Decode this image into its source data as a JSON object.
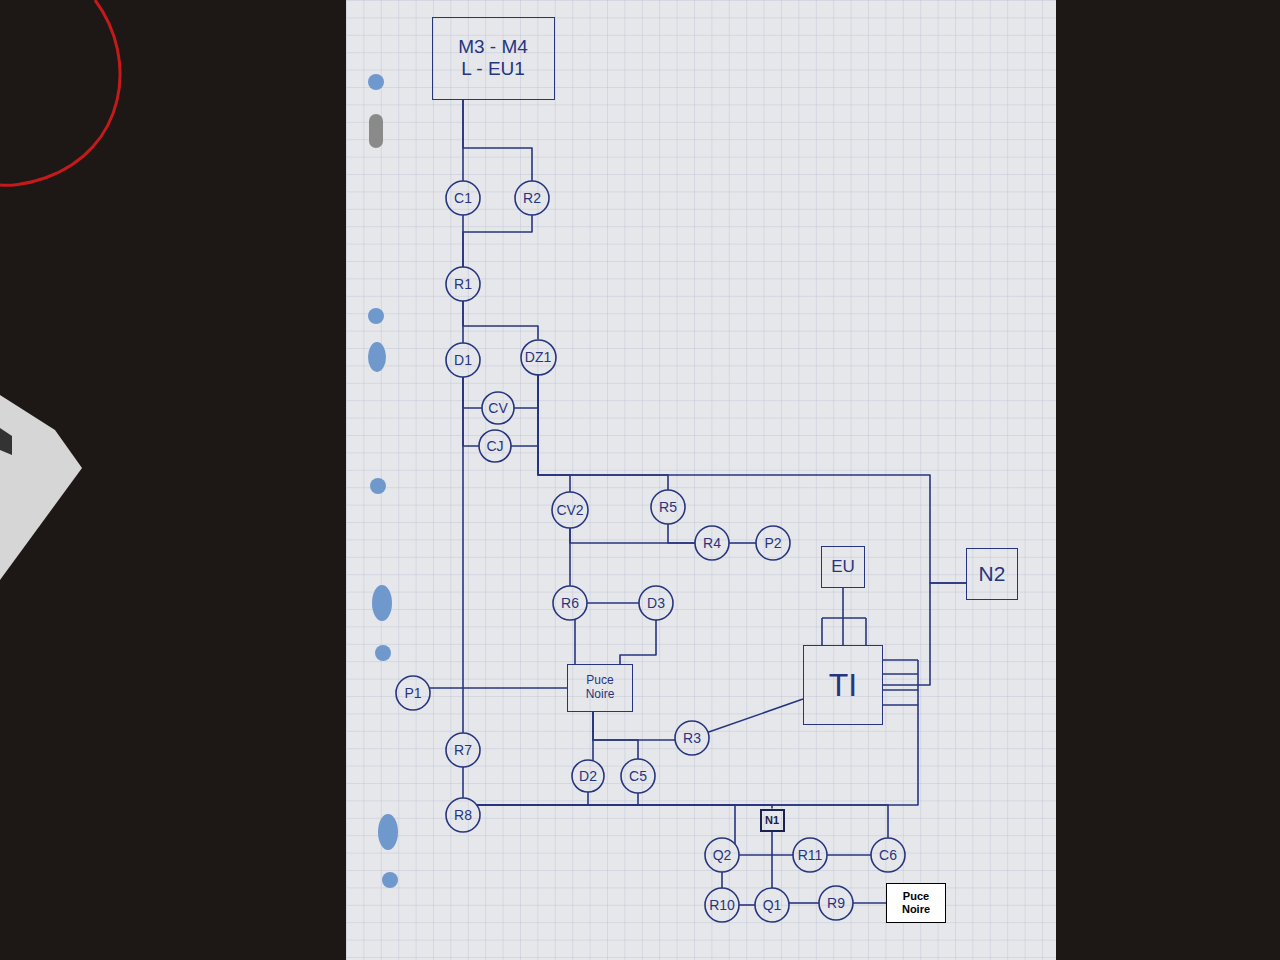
{
  "diagram": {
    "nodes": [
      {
        "text": [
          "M3 - M4",
          "L - EU1"
        ]
      },
      {
        "text": [
          "C1"
        ]
      },
      {
        "text": [
          "R2"
        ]
      },
      {
        "text": [
          "R1"
        ]
      },
      {
        "text": [
          "D1"
        ]
      },
      {
        "text": [
          "DZ1"
        ]
      },
      {
        "text": [
          "CV"
        ]
      },
      {
        "text": [
          "CJ"
        ]
      },
      {
        "text": [
          "CV2"
        ]
      },
      {
        "text": [
          "R5"
        ]
      },
      {
        "text": [
          "R4"
        ]
      },
      {
        "text": [
          "P2"
        ]
      },
      {
        "text": [
          "EU"
        ]
      },
      {
        "text": [
          "N2"
        ]
      },
      {
        "text": [
          "R6"
        ]
      },
      {
        "text": [
          "D3"
        ]
      },
      {
        "text": [
          "TI"
        ]
      },
      {
        "text": [
          "Puce Noire"
        ]
      },
      {
        "text": [
          "P1"
        ]
      },
      {
        "text": [
          "R3"
        ]
      },
      {
        "text": [
          "R7"
        ]
      },
      {
        "text": [
          "D2"
        ]
      },
      {
        "text": [
          "C5"
        ]
      },
      {
        "text": [
          "R8"
        ]
      },
      {
        "text": [
          "N1"
        ]
      },
      {
        "text": [
          "Q2"
        ]
      },
      {
        "text": [
          "R11"
        ]
      },
      {
        "text": [
          "C6"
        ]
      },
      {
        "text": [
          "R10"
        ]
      },
      {
        "text": [
          "Q1"
        ]
      },
      {
        "text": [
          "R9"
        ]
      },
      {
        "text": [
          "Puce Noire"
        ]
      }
    ],
    "edges": [
      {
        "from": 0,
        "to": 1,
        "arrow": "none"
      },
      {
        "from": 0,
        "to": 2,
        "arrow": "none"
      },
      {
        "from": 1,
        "to": 3,
        "arrow": "none"
      },
      {
        "from": 2,
        "to": 3,
        "arrow": "none"
      },
      {
        "from": 3,
        "to": 4,
        "arrow": "none"
      },
      {
        "from": 3,
        "to": 5,
        "arrow": "none"
      },
      {
        "from": 4,
        "to": 6,
        "arrow": "none"
      },
      {
        "from": 4,
        "to": 7,
        "arrow": "none"
      },
      {
        "from": 6,
        "to": 5,
        "arrow": "none"
      },
      {
        "from": 7,
        "to": 5,
        "arrow": "none"
      },
      {
        "from": 5,
        "to": 8,
        "arrow": "none"
      },
      {
        "from": 5,
        "to": 9,
        "arrow": "none"
      },
      {
        "from": 5,
        "to": 13,
        "arrow": "none"
      },
      {
        "from": 8,
        "to": 14,
        "arrow": "none"
      },
      {
        "from": 8,
        "to": 10,
        "arrow": "none"
      },
      {
        "from": 9,
        "to": 10,
        "arrow": "none"
      },
      {
        "from": 10,
        "to": 11,
        "arrow": "none"
      },
      {
        "from": 14,
        "to": 15,
        "arrow": "none"
      },
      {
        "from": 14,
        "to": 17,
        "arrow": "none"
      },
      {
        "from": 15,
        "to": 17,
        "arrow": "none"
      },
      {
        "from": 12,
        "to": 16,
        "arrow": "none"
      },
      {
        "from": 16,
        "to": 13,
        "arrow": "none"
      },
      {
        "from": 17,
        "to": 19,
        "arrow": "none"
      },
      {
        "from": 17,
        "to": 21,
        "arrow": "none"
      },
      {
        "from": 17,
        "to": 22,
        "arrow": "none"
      },
      {
        "from": 19,
        "to": 16,
        "arrow": "none"
      },
      {
        "from": 20,
        "to": 23,
        "arrow": "none"
      },
      {
        "from": 18,
        "to": 17,
        "arrow": "none"
      },
      {
        "from": 4,
        "to": 20,
        "arrow": "none"
      },
      {
        "from": 23,
        "to": 21,
        "arrow": "none"
      },
      {
        "from": 23,
        "to": 22,
        "arrow": "none"
      },
      {
        "from": 23,
        "to": 25,
        "arrow": "none"
      },
      {
        "from": 23,
        "to": 27,
        "arrow": "none"
      },
      {
        "from": 23,
        "to": 16,
        "arrow": "none"
      },
      {
        "from": 24,
        "to": 29,
        "arrow": "none"
      },
      {
        "from": 25,
        "to": 26,
        "arrow": "none"
      },
      {
        "from": 26,
        "to": 27,
        "arrow": "none"
      },
      {
        "from": 25,
        "to": 28,
        "arrow": "none"
      },
      {
        "from": 28,
        "to": 29,
        "arrow": "none"
      },
      {
        "from": 29,
        "to": 30,
        "arrow": "none"
      },
      {
        "from": 30,
        "to": 31,
        "arrow": "none"
      },
      {
        "from": 23,
        "to": 24,
        "arrow": "none"
      }
    ]
  }
}
